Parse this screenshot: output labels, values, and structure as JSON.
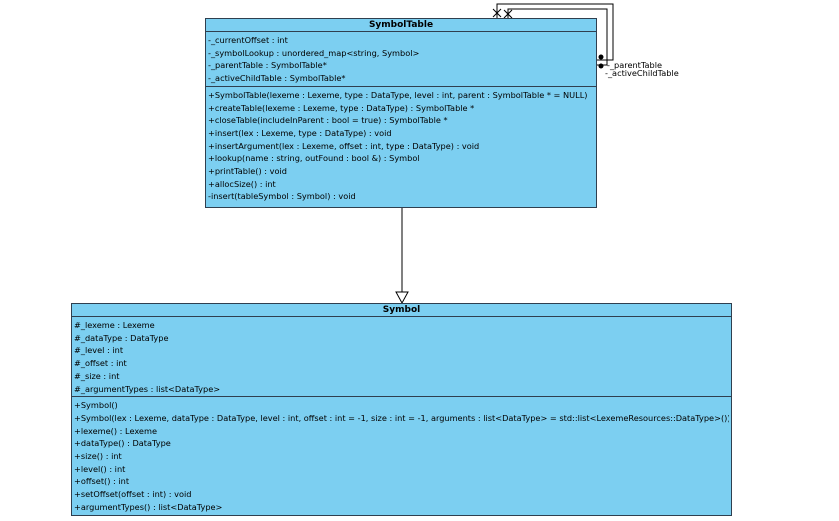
{
  "symbol_table": {
    "name": "SymbolTable",
    "attributes": [
      "-_currentOffset : int",
      "-_symbolLookup : unordered_map<string, Symbol>",
      "-_parentTable : SymbolTable*",
      "-_activeChildTable : SymbolTable*"
    ],
    "operations": [
      "+SymbolTable(lexeme : Lexeme, type : DataType, level : int, parent : SymbolTable * = NULL)",
      "+createTable(lexeme : Lexeme, type : DataType) : SymbolTable *",
      "+closeTable(includeInParent : bool = true) : SymbolTable *",
      "+insert(lex : Lexeme, type : DataType) : void",
      "+insertArgument(lex : Lexeme, offset : int, type : DataType) : void",
      "+lookup(name : string, outFound : bool &) : Symbol",
      "+printTable() : void",
      "+allocSize() : int",
      "-insert(tableSymbol : Symbol) : void"
    ]
  },
  "symbol": {
    "name": "Symbol",
    "attributes": [
      "#_lexeme : Lexeme",
      "#_dataType : DataType",
      "#_level : int",
      "#_offset : int",
      "#_size : int",
      "#_argumentTypes : list<DataType>"
    ],
    "operations": [
      "+Symbol()",
      "+Symbol(lex : Lexeme, dataType : DataType, level : int, offset : int = -1, size : int = -1, arguments : list<DataType> = std::list<LexemeResources::DataType>())",
      "+lexeme() : Lexeme",
      "+dataType() : DataType",
      "+size() : int",
      "+level() : int",
      "+offset() : int",
      "+setOffset(offset : int) : void",
      "+argumentTypes() : list<DataType>"
    ]
  },
  "associations": {
    "parent_role": "-_parentTable",
    "child_role": "-_activeChildTable"
  },
  "colors": {
    "class_fill": "#7ccff1",
    "class_border": "#2f3f4f"
  }
}
